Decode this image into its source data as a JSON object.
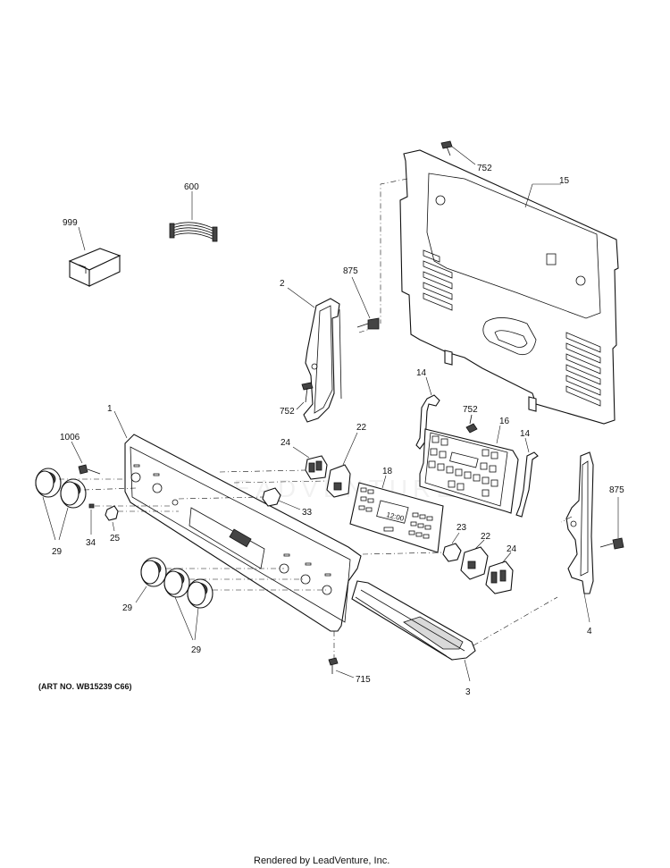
{
  "callouts": {
    "p999": "999",
    "p600": "600",
    "p752a": "752",
    "p15": "15",
    "p875a": "875",
    "p2": "2",
    "p752b": "752",
    "p14a": "14",
    "p752c": "752",
    "p16": "16",
    "p14b": "14",
    "p1": "1",
    "p1006": "1006",
    "p24a": "24",
    "p22a": "22",
    "p18": "18",
    "p875b": "875",
    "p33": "33",
    "p29a": "29",
    "p34": "34",
    "p25": "25",
    "p23": "23",
    "p22b": "22",
    "p24b": "24",
    "p29b": "29",
    "p29c": "29",
    "p4": "4",
    "p715": "715",
    "p3": "3"
  },
  "display_time": "12:00",
  "art_note": "(ART NO. WB15239 C66)",
  "watermark": "LEADVENTURE",
  "footer": "Rendered by LeadVenture, Inc."
}
